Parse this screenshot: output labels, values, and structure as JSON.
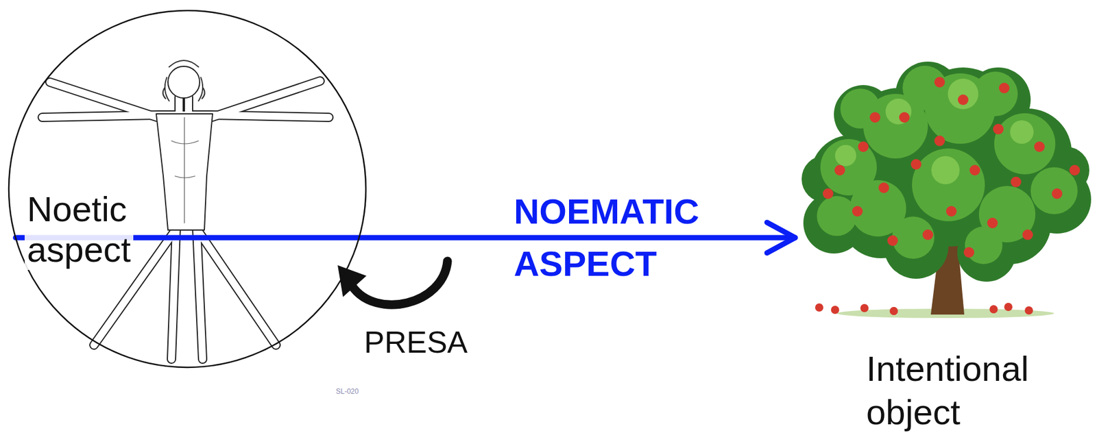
{
  "diagram": {
    "nodes": [
      {
        "text": [
          "Noetic aspect"
        ]
      },
      {
        "text": [
          "Intentional object"
        ]
      }
    ],
    "edges": [
      {
        "from": 0,
        "to": 1,
        "arrow": "to",
        "label": "NOEMATIC ASPECT"
      }
    ],
    "labels": [
      "PRESA",
      "SL-020"
    ]
  }
}
